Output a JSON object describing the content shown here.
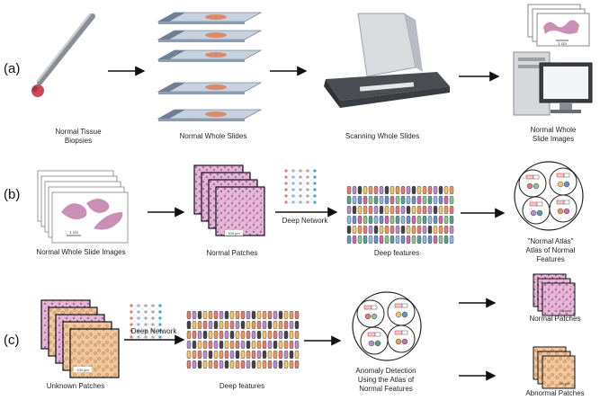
{
  "rows": [
    {
      "label": "(a)"
    },
    {
      "label": "(b)"
    },
    {
      "label": "(c)"
    }
  ],
  "row_a": {
    "tissue_caption": [
      "Normal Tissue",
      "Biopsies"
    ],
    "slides_caption": "Normal Whole Slides",
    "scanner_caption": "Scanning Whole Slides",
    "wsi_caption": [
      "Normal Whole",
      "Slide Images"
    ],
    "scale_text": "1 cm"
  },
  "row_b": {
    "wsi_caption": "Normal Whole Slide Images",
    "scale_text": "1 cm",
    "patches_caption": "Normal Patches",
    "patch_scale_text": "100 µm",
    "network_caption": "Deep Network",
    "features_caption": "Deep features",
    "atlas_caption": [
      "\"Normal Atlas\"",
      "Atlas of Normal",
      "Features"
    ]
  },
  "row_c": {
    "unknown_caption": "Unknown Patches",
    "patch_scale_text": "100 µm",
    "network_caption": "Deep Network",
    "features_caption": "Deep features",
    "anomaly_caption": [
      "Anomaly Detection",
      "Using the Atlas of",
      "Normal Features"
    ],
    "normal_caption": "Normal Patches",
    "abnormal_caption": "Abnormal Patches",
    "out_scale_text": "100 µm"
  },
  "colors": {
    "arrow": "#111111",
    "he_pink": "#e8b5d2",
    "he_nuclei": "#9a6fb0",
    "ihc_tan": "#f0c8a0",
    "ihc_brown": "#c07840",
    "slide_glass": "#a9b8cc",
    "tissue": "#d98a6a",
    "feature_palette": [
      "#e07b7b",
      "#8fb7e0",
      "#f1c36b",
      "#89c48a",
      "#b48fd0",
      "#6b8fc7",
      "#e89a5c",
      "#5a9e95",
      "#444444",
      "#d06aa0"
    ]
  }
}
